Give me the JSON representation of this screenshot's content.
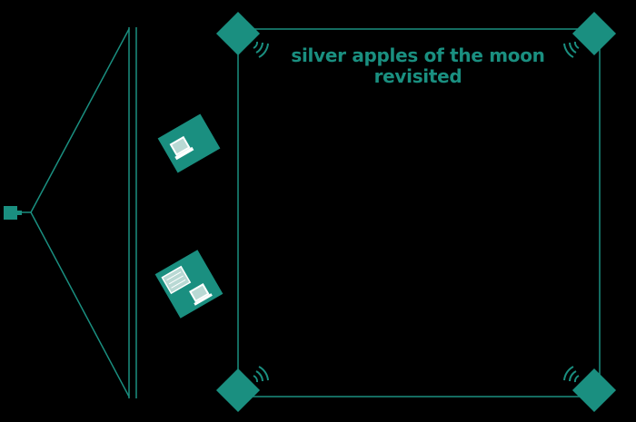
{
  "diagram": {
    "title_lines": [
      "silver apples of the moon",
      "revisited"
    ],
    "accent_color": "#1a8f80",
    "background_color": "#000000",
    "elements": {
      "projector": "projector-icon",
      "projection_beam": "projection-cone",
      "screen": "projection-screen",
      "performer_stations": [
        "laptop-station-icon",
        "laptop-station-icon"
      ],
      "speakers": [
        "speaker-icon",
        "speaker-icon",
        "speaker-icon",
        "speaker-icon"
      ],
      "room": "listening-area"
    }
  }
}
